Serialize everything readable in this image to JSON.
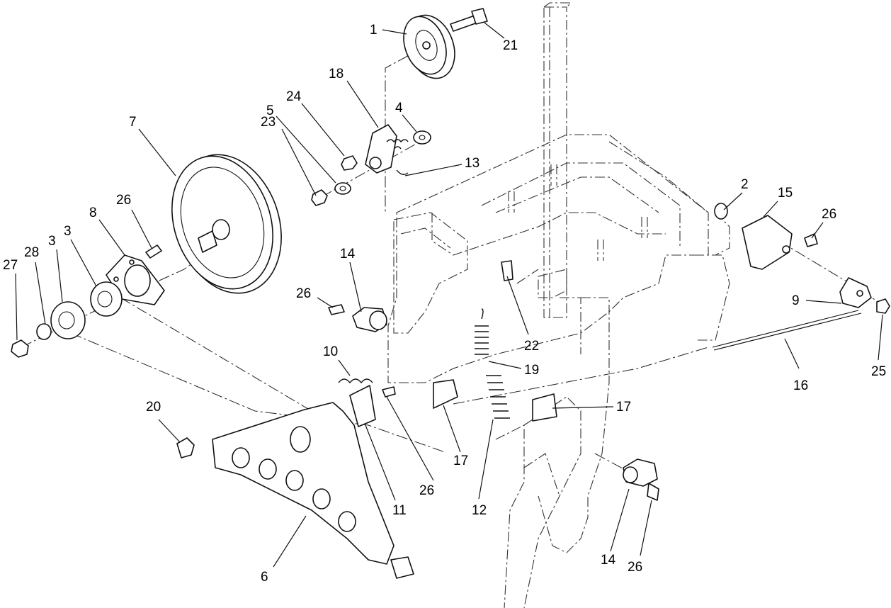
{
  "callouts": [
    {
      "label": "1"
    },
    {
      "label": "21"
    },
    {
      "label": "18"
    },
    {
      "label": "24"
    },
    {
      "label": "5"
    },
    {
      "label": "4"
    },
    {
      "label": "23"
    },
    {
      "label": "13"
    },
    {
      "label": "7"
    },
    {
      "label": "26"
    },
    {
      "label": "8"
    },
    {
      "label": "3"
    },
    {
      "label": "3"
    },
    {
      "label": "28"
    },
    {
      "label": "27"
    },
    {
      "label": "14"
    },
    {
      "label": "26"
    },
    {
      "label": "22"
    },
    {
      "label": "19"
    },
    {
      "label": "10"
    },
    {
      "label": "20"
    },
    {
      "label": "26"
    },
    {
      "label": "11"
    },
    {
      "label": "17"
    },
    {
      "label": "17"
    },
    {
      "label": "12"
    },
    {
      "label": "2"
    },
    {
      "label": "15"
    },
    {
      "label": "26"
    },
    {
      "label": "9"
    },
    {
      "label": "25"
    },
    {
      "label": "16"
    },
    {
      "label": "14"
    },
    {
      "label": "26"
    },
    {
      "label": "6"
    }
  ]
}
